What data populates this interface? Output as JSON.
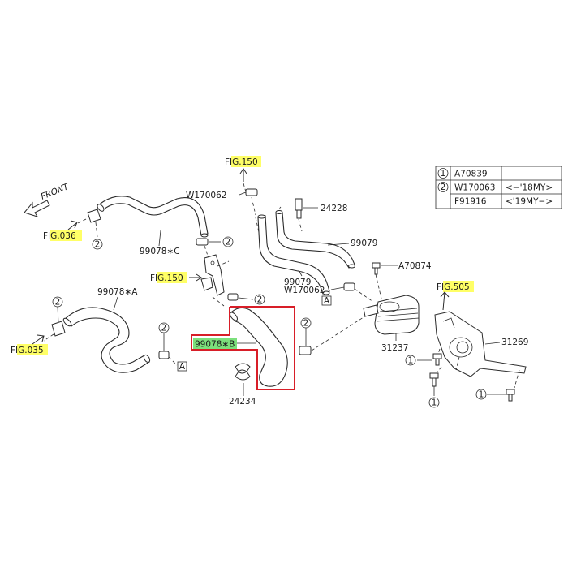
{
  "colors": {
    "fig_highlight": "#ffff66",
    "part_highlight": "#7ce07c",
    "selection_box": "#d81e28"
  },
  "front_label": "FRONT",
  "fig_refs": {
    "fig150_top": {
      "prefix": "F",
      "num": "IG.150"
    },
    "fig036": {
      "prefix": "F",
      "num": "IG.036"
    },
    "fig150_mid": {
      "prefix": "F",
      "num": "IG.150"
    },
    "fig035": {
      "prefix": "F",
      "num": "IG.035"
    },
    "fig505": {
      "prefix": "F",
      "num": "IG.505"
    }
  },
  "parts": {
    "w170062_top": "W170062",
    "p24228": "24228",
    "p99078c": "99078∗C",
    "p99079_right": "99079",
    "p99079_mid": "99079",
    "a70874": "A70874",
    "w170062_mid": "W170062",
    "p99078a": "99078∗A",
    "p99078b": "99078∗B",
    "p24234": "24234",
    "p31237": "31237",
    "p31269": "31269"
  },
  "refs": {
    "box_a": "A",
    "c1": "1",
    "c2": "2"
  },
  "legend": {
    "rows": [
      {
        "num": "1",
        "part": "A70839",
        "note": ""
      },
      {
        "num": "2",
        "part": "W170063",
        "note": "<−'18MY>"
      },
      {
        "num": "",
        "part": "F91916",
        "note": "<'19MY−>"
      }
    ]
  }
}
